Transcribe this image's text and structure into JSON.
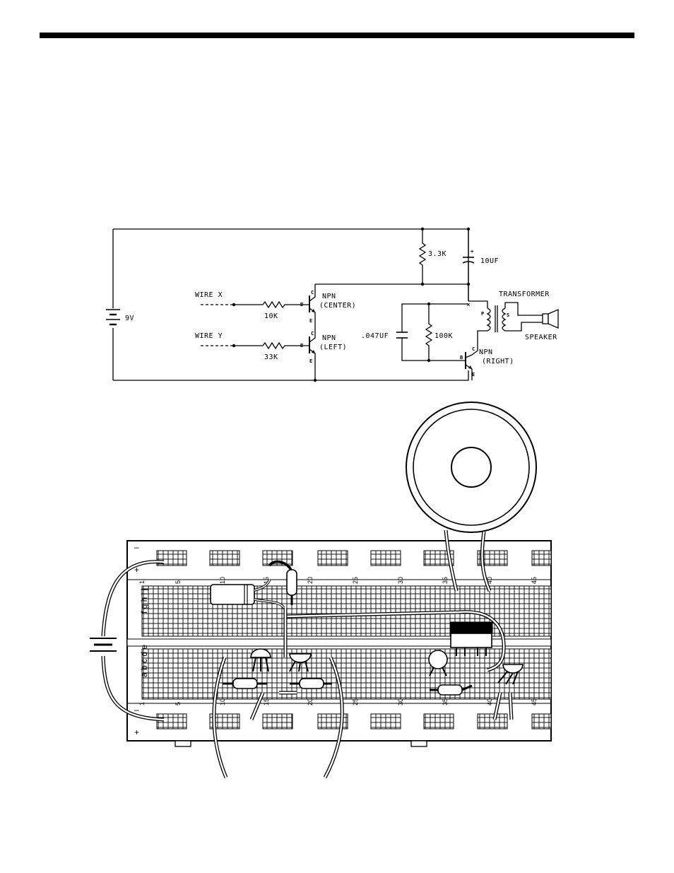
{
  "schematic": {
    "battery": "9V",
    "wire_x": "WIRE X",
    "wire_y": "WIRE Y",
    "r_base_x": "10K",
    "r_base_y": "33K",
    "q_center_type": "NPN",
    "q_center_pos": "(CENTER)",
    "q_left_type": "NPN",
    "q_left_pos": "(LEFT)",
    "q_right_type": "NPN",
    "q_right_pos": "(RIGHT)",
    "r_top": "3.3K",
    "c_top": "10UF",
    "c_top_polarity": "+",
    "c_osc": ".047UF",
    "r_osc": "100K",
    "transformer": "TRANSFORMER",
    "speaker": "SPEAKER",
    "pin_b": "B",
    "pin_c": "C",
    "pin_e": "E",
    "xfmr_p": "P",
    "xfmr_s": "S"
  },
  "breadboard": {
    "rail_minus": "–",
    "rail_plus": "+",
    "rows_top": "f g h i j",
    "rows_bottom": "a b c d e",
    "column_numbers": [
      "1",
      "5",
      "10",
      "15",
      "20",
      "25",
      "30",
      "35",
      "40",
      "45"
    ]
  }
}
